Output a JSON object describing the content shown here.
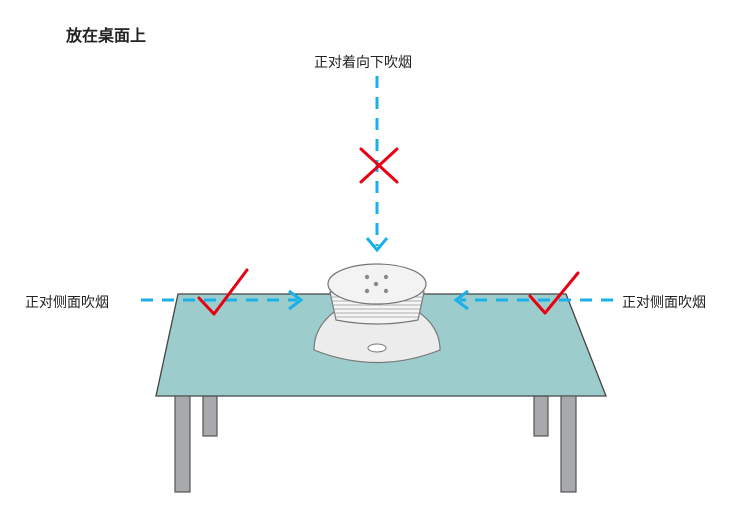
{
  "title": "放在桌面上",
  "labels": {
    "top": "正对着向下吹烟",
    "left": "正对侧面吹烟",
    "right": "正对侧面吹烟"
  },
  "colors": {
    "arrow": "#1ab0e8",
    "cross": "#e60012",
    "check": "#e60012",
    "table_top": "#9ccccb",
    "table_legs": "#a7a9ac",
    "detector": "#ececec"
  },
  "marks": {
    "top_arrow": "cross-icon",
    "left_arrow": "check-icon",
    "right_arrow": "check-icon"
  }
}
